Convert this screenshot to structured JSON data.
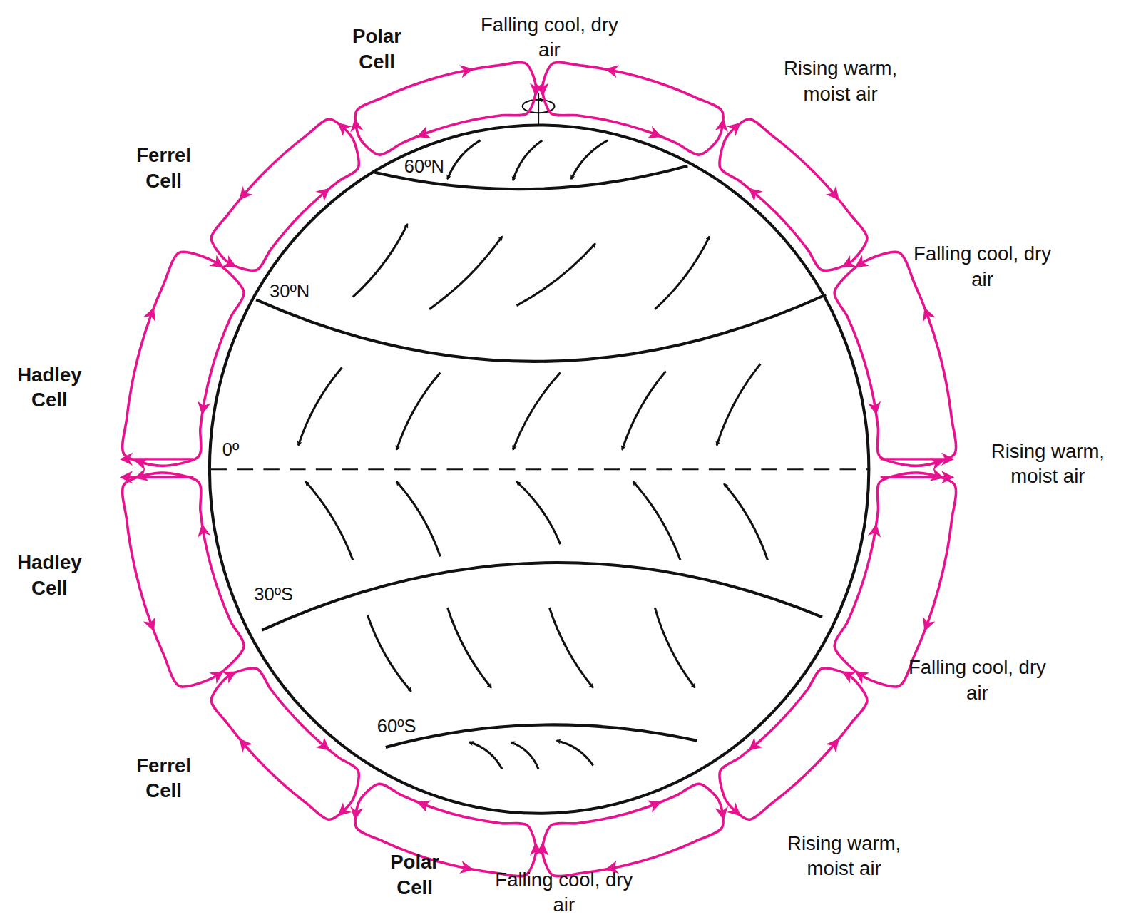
{
  "diagram": {
    "labels": [
      "Polar Cell",
      "Falling cool, dry air",
      "Rising warm, moist air",
      "Ferrel Cell",
      "60ºN",
      "Falling cool, dry air",
      "30ºN",
      "Hadley Cell",
      "0º",
      "Rising warm, moist air",
      "Hadley Cell",
      "30ºS",
      "Falling cool, dry air",
      "60ºS",
      "Ferrel Cell",
      "Rising warm, moist air",
      "Polar Cell",
      "Falling cool, dry air"
    ]
  }
}
